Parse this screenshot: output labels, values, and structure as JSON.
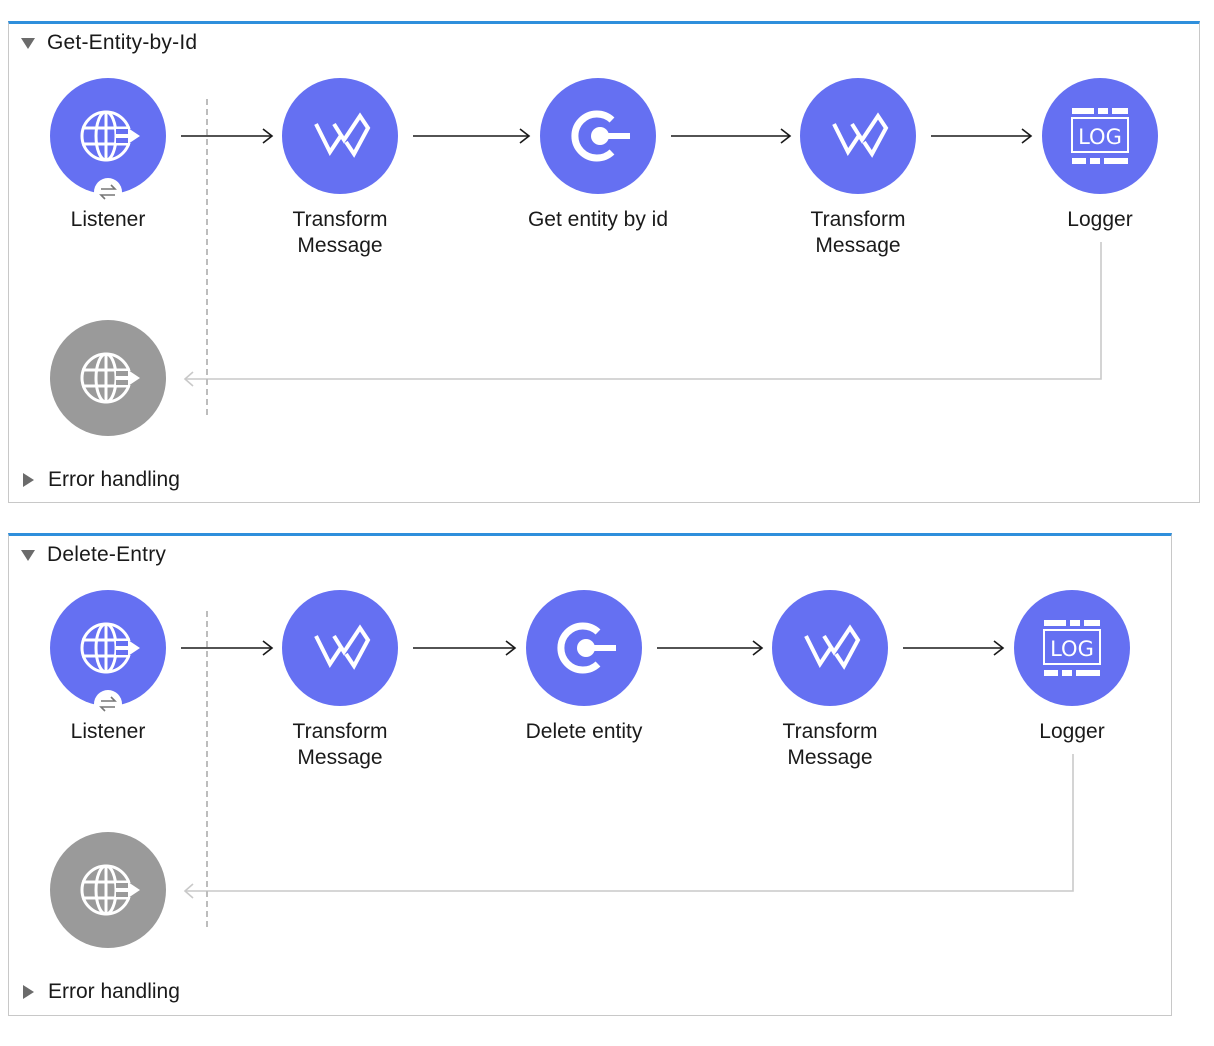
{
  "flows": [
    {
      "title": "Get-Entity-by-Id",
      "error_label": "Error handling",
      "nodes": [
        {
          "label": "Listener",
          "icon": "http-listener-icon"
        },
        {
          "label": "Transform\nMessage",
          "icon": "dataweave-icon"
        },
        {
          "label": "Get entity by id",
          "icon": "connector-icon"
        },
        {
          "label": "Transform\nMessage",
          "icon": "dataweave-icon"
        },
        {
          "label": "Logger",
          "icon": "logger-icon",
          "icon_text": "LOG"
        }
      ],
      "response_icon": "http-listener-icon"
    },
    {
      "title": "Delete-Entry",
      "error_label": "Error handling",
      "nodes": [
        {
          "label": "Listener",
          "icon": "http-listener-icon"
        },
        {
          "label": "Transform\nMessage",
          "icon": "dataweave-icon"
        },
        {
          "label": "Delete entity",
          "icon": "connector-icon"
        },
        {
          "label": "Transform\nMessage",
          "icon": "dataweave-icon"
        },
        {
          "label": "Logger",
          "icon": "logger-icon",
          "icon_text": "LOG"
        }
      ],
      "response_icon": "http-listener-icon"
    }
  ],
  "colors": {
    "node": "#6570f2",
    "node_inactive": "#9a9a9a",
    "flow_accent": "#2f8fdc",
    "connector": "#1a1a1a",
    "return_line": "#c9c9c9"
  }
}
